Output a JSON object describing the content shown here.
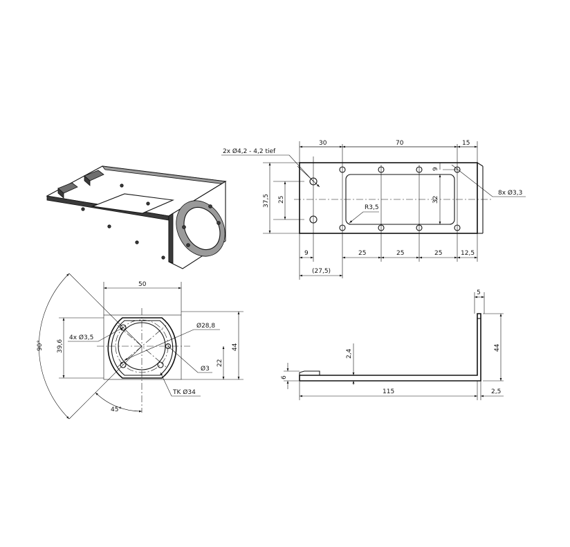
{
  "top_view": {
    "dim_30": "30",
    "dim_70": "70",
    "dim_15": "15",
    "note_holes_blind": "2x Ø4,2 - 4,2 tief",
    "note_holes_8x": "8x Ø3,3",
    "dim_37_5": "37,5",
    "dim_25_v": "25",
    "dim_32": "32",
    "dim_9_v": "9",
    "radius": "R3,5",
    "dim_9_h": "9",
    "dim_25_a": "25",
    "dim_25_b": "25",
    "dim_25_c": "25",
    "dim_12_5": "12,5",
    "dim_27_5": "(27,5)"
  },
  "front_view": {
    "dim_50": "50",
    "note_4x": "4x Ø3,5",
    "dim_28_8": "Ø28,8",
    "dim_3": "Ø3",
    "dim_39_6": "39,6",
    "dim_44": "44",
    "dim_22": "22",
    "angle_90": "90°",
    "angle_45": "45°",
    "pitch_circle": "TK Ø34"
  },
  "side_view": {
    "dim_5": "5",
    "dim_44": "44",
    "dim_2_4": "2,4",
    "dim_6": "6",
    "dim_115": "115",
    "dim_2_5": "2,5"
  }
}
